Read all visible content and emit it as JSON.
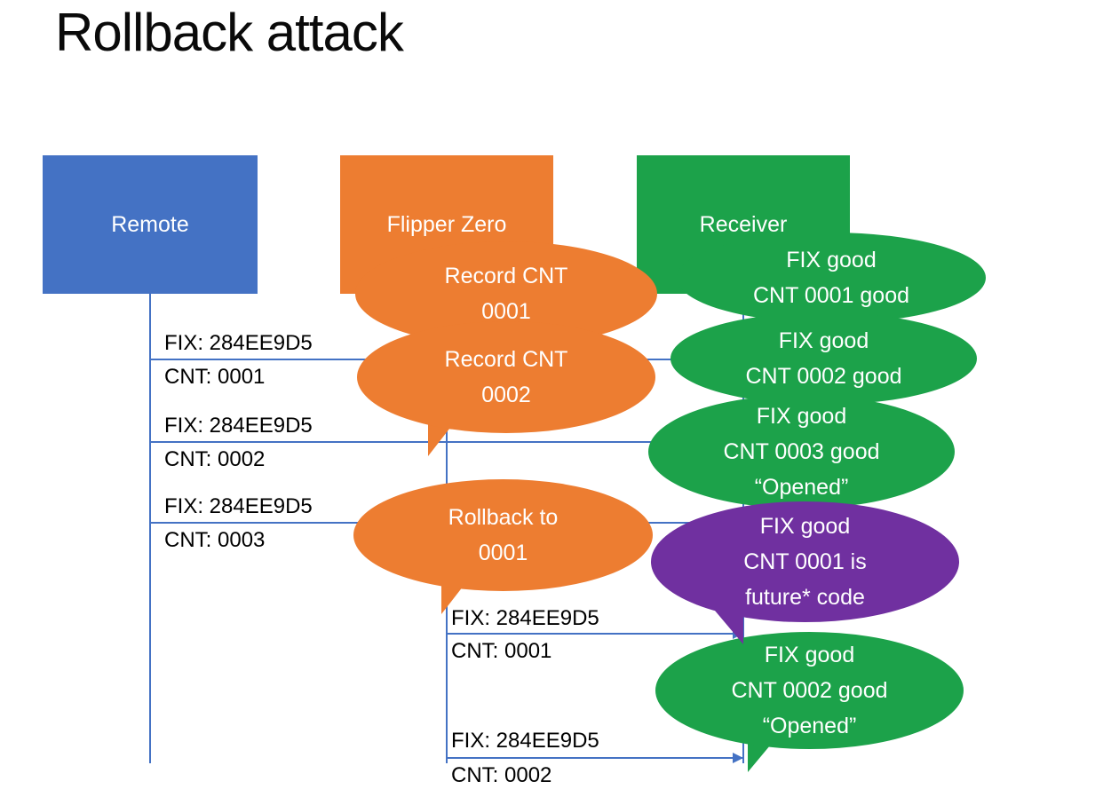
{
  "title": "Rollback attack",
  "colors": {
    "blue": "#4472C4",
    "orange": "#ED7D31",
    "green": "#1CA24A",
    "purple": "#7030A0",
    "line": "#4472C4"
  },
  "actors": [
    {
      "id": "remote",
      "label": "Remote"
    },
    {
      "id": "flipper-zero",
      "label": "Flipper Zero"
    },
    {
      "id": "receiver",
      "label": "Receiver"
    }
  ],
  "messages": [
    {
      "from": "Remote",
      "to": "Receiver",
      "fix": "FIX: 284EE9D5",
      "cnt": "CNT: 0001"
    },
    {
      "from": "Remote",
      "to": "Receiver",
      "fix": "FIX: 284EE9D5",
      "cnt": "CNT: 0002"
    },
    {
      "from": "Remote",
      "to": "Receiver",
      "fix": "FIX: 284EE9D5",
      "cnt": "CNT: 0003"
    },
    {
      "from": "Flipper Zero",
      "to": "Receiver",
      "fix": "FIX: 284EE9D5",
      "cnt": "CNT: 0001"
    },
    {
      "from": "Flipper Zero",
      "to": "Receiver",
      "fix": "FIX: 284EE9D5",
      "cnt": "CNT: 0002"
    }
  ],
  "callouts": [
    {
      "color": "orange",
      "lines": [
        "Record CNT",
        "0001"
      ]
    },
    {
      "color": "green",
      "lines": [
        "FIX good",
        "CNT 0001 good"
      ]
    },
    {
      "color": "orange",
      "lines": [
        "Record CNT",
        "0002"
      ]
    },
    {
      "color": "green",
      "lines": [
        "FIX good",
        "CNT 0002 good"
      ]
    },
    {
      "color": "green",
      "lines": [
        "FIX good",
        "CNT 0003 good",
        "“Opened”"
      ]
    },
    {
      "color": "orange",
      "lines": [
        "Rollback to",
        "0001"
      ]
    },
    {
      "color": "purple",
      "lines": [
        "FIX good",
        "CNT 0001 is",
        "future* code"
      ]
    },
    {
      "color": "green",
      "lines": [
        "FIX good",
        "CNT 0002 good",
        "“Opened”"
      ]
    }
  ]
}
